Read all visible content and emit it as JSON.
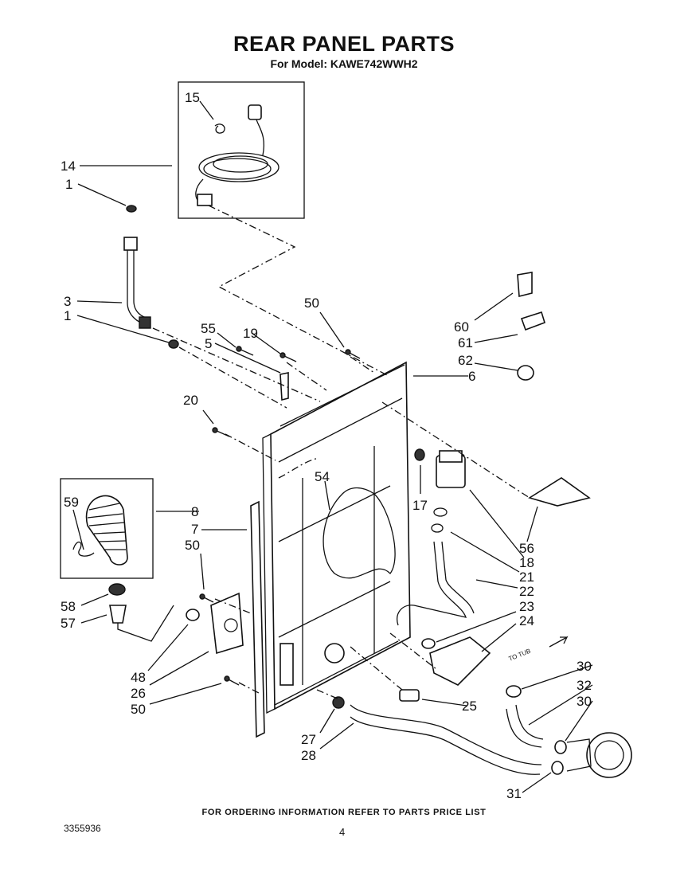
{
  "header": {
    "title": "REAR PANEL PARTS",
    "subtitle": "For Model: KAWE742WWH2"
  },
  "footer": {
    "ordering_note": "FOR ORDERING INFORMATION REFER TO PARTS PRICE LIST",
    "document_number": "3355936",
    "page_number": "4"
  },
  "diagram": {
    "tub_label": "TO TUB",
    "callouts": [
      "15",
      "14",
      "1",
      "3",
      "1",
      "55",
      "5",
      "19",
      "50",
      "60",
      "61",
      "62",
      "6",
      "20",
      "54",
      "17",
      "59",
      "8",
      "7",
      "50",
      "56",
      "18",
      "21",
      "22",
      "23",
      "24",
      "58",
      "57",
      "48",
      "26",
      "50",
      "25",
      "27",
      "28",
      "30",
      "32",
      "30",
      "31"
    ]
  }
}
